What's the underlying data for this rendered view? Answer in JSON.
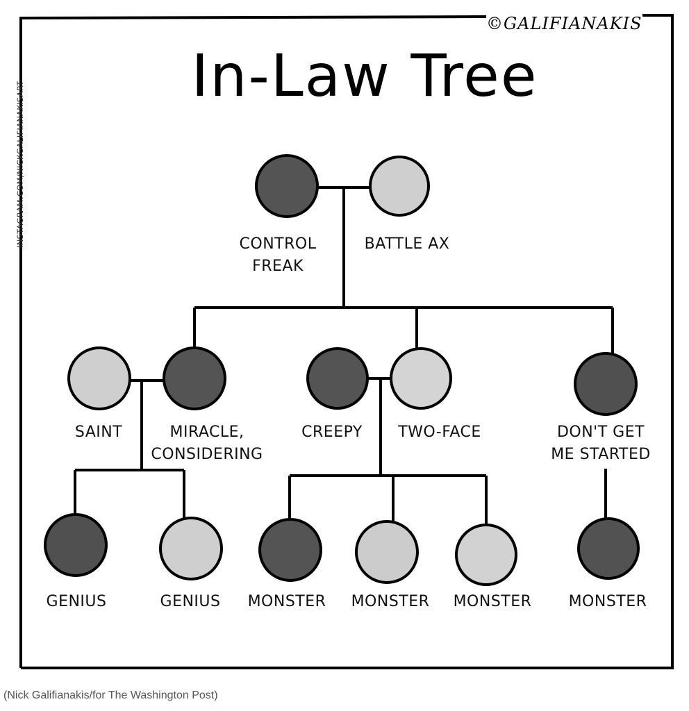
{
  "title": "In-Law Tree",
  "signature": "©GALIFIANAKIS",
  "side_credit": "INSTAGRAM.COM/NICKGALIFIANAKISART",
  "caption": "(Nick Galifianakis/for The Washington Post)",
  "colors": {
    "dark_node": "#545454",
    "light_node": "#cfcfcf",
    "ink": "#000000"
  },
  "tree": {
    "generation1": [
      {
        "label": "CONTROL\nFREAK",
        "shade": "dark"
      },
      {
        "label": "BATTLE AX",
        "shade": "light"
      }
    ],
    "generation2": [
      {
        "label": "SAINT",
        "shade": "light"
      },
      {
        "label": "MIRACLE,\nCONSIDERING",
        "shade": "dark"
      },
      {
        "label": "CREEPY",
        "shade": "dark"
      },
      {
        "label": "TWO-FACE",
        "shade": "light"
      },
      {
        "label": "DON'T GET\nME STARTED",
        "shade": "dark"
      }
    ],
    "generation3": [
      {
        "label": "GENIUS",
        "shade": "dark"
      },
      {
        "label": "GENIUS",
        "shade": "light"
      },
      {
        "label": "MONSTER",
        "shade": "dark"
      },
      {
        "label": "MONSTER",
        "shade": "light"
      },
      {
        "label": "MONSTER",
        "shade": "light"
      },
      {
        "label": "MONSTER",
        "shade": "dark"
      }
    ]
  }
}
